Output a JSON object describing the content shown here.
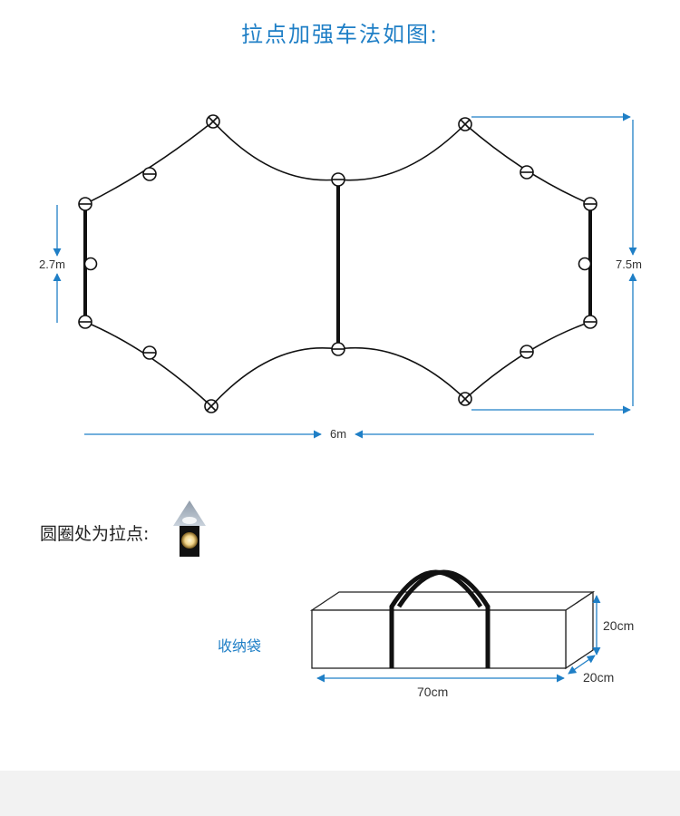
{
  "title": "拉点加强车法如图:",
  "tarp": {
    "dimensions": {
      "side_height": "2.7m",
      "total_width": "7.5m",
      "total_length": "6m"
    }
  },
  "legend": {
    "text": "圆圈处为拉点:"
  },
  "bag": {
    "label": "收纳袋",
    "length": "70cm",
    "height": "20cm",
    "depth": "20cm"
  },
  "colors": {
    "accent": "#1f7fc6",
    "line": "#111111",
    "footer": "#f2f2f2"
  }
}
